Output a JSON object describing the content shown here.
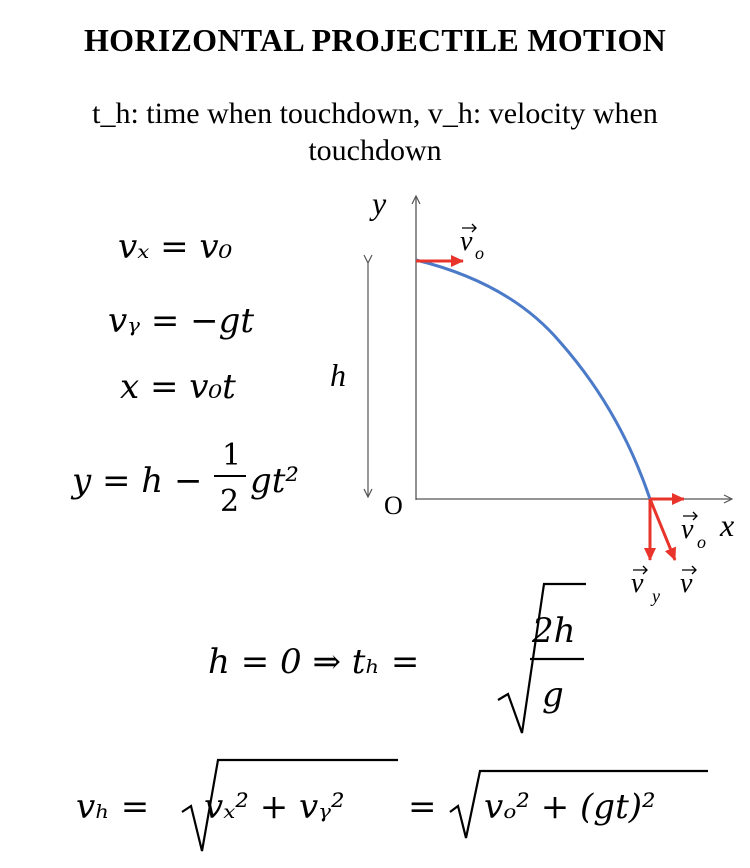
{
  "title": "HORIZONTAL PROJECTILE MOTION",
  "subtitle": "t_h: time when touchdown, v_h: velocity when touchdown",
  "equations": {
    "vx": "vₓ = v₀",
    "vy": "vᵧ = −gt",
    "x": "x = v₀t",
    "y_left": "y = h −",
    "y_frac_num": "1",
    "y_frac_den": "2",
    "y_right": "gt²",
    "th_left": "h = 0  ⇒  tₕ =",
    "th_num": "2h",
    "th_den": "g",
    "vh_left": "vₕ =",
    "vh_rad1": "vₓ² + vᵧ²",
    "vh_eq": "=",
    "vh_rad2": "vₒ² + (gt)²"
  },
  "diagram": {
    "axis_y": "y",
    "axis_x": "x",
    "origin": "O",
    "height": "h",
    "v0": "v",
    "v0_sub": "o",
    "vx_end": "v",
    "vx_end_sub": "o",
    "vy_end": "v",
    "vy_end_sub": "y",
    "v_end": "v"
  },
  "colors": {
    "trajectory": "#4a7ac8",
    "vector": "#e8342a"
  }
}
